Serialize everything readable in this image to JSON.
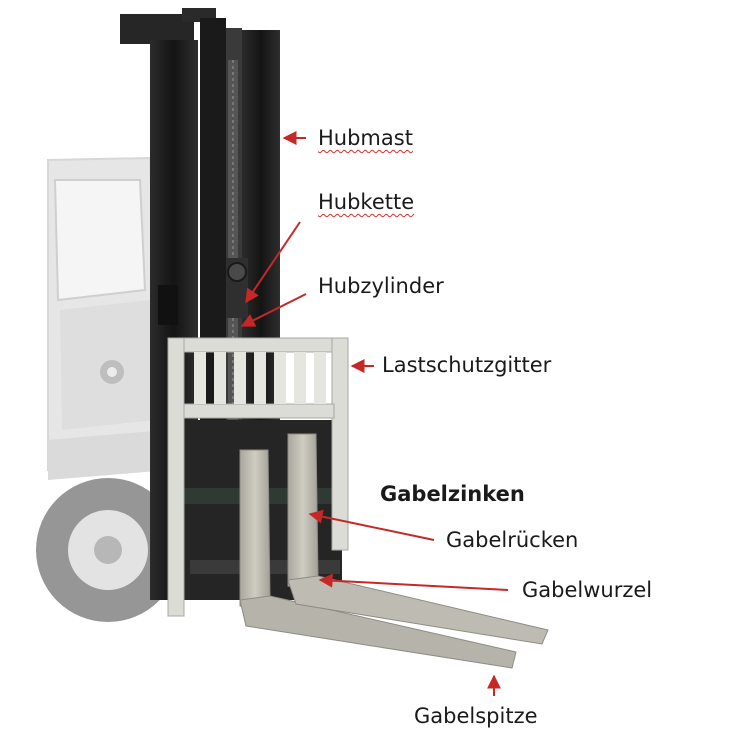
{
  "figure": {
    "labels": {
      "hubmast": "Hubmast",
      "hubkette": "Hubkette",
      "hubzylinder": "Hubzylinder",
      "lastschutzgitter": "Lastschutzgitter",
      "gabelzinken": "Gabelzinken",
      "gabelruecken": "Gabelrücken",
      "gabelwurzel": "Gabelwurzel",
      "gabelspitze": "Gabelspitze"
    },
    "colors": {
      "arrow": "#c62828",
      "spellcheck_underline": "#d32f2f",
      "mast": "#1e1e1e",
      "guard": "#dcdcd6",
      "fork": "#b9b7ae",
      "truck_body": "#d2d2d2",
      "tire": "#6a6a6a"
    }
  }
}
